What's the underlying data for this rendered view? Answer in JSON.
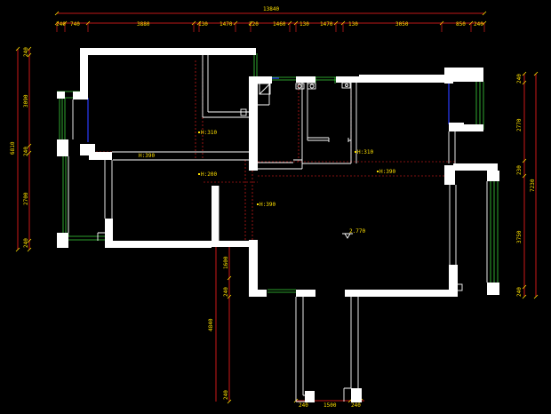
{
  "dimensions": {
    "top_total": "13840",
    "top": [
      "240",
      "740",
      "3880",
      "130",
      "1470",
      "220",
      "1460",
      "130",
      "1470",
      "130",
      "3050",
      "850",
      "240"
    ],
    "left_total": "6810",
    "left": [
      "240",
      "3090",
      "240",
      "2700",
      "240"
    ],
    "right_total": "7230",
    "right": [
      "240",
      "2770",
      "230",
      "3750",
      "240"
    ],
    "bottom": [
      "240",
      "1500",
      "240"
    ],
    "stair_total": "4840",
    "stair": [
      "1600",
      "240",
      "240"
    ]
  },
  "beams": [
    {
      "label": "H:310"
    },
    {
      "label": "H:390"
    },
    {
      "label": "H:200"
    },
    {
      "label": "H:390"
    },
    {
      "label": "H:310"
    },
    {
      "label": "H:390"
    }
  ],
  "elevation": {
    "label": "2.770"
  },
  "colors": {
    "background": "#000000",
    "dimension": "#ff2020",
    "text": "#ffe000",
    "wall": "#ffffff",
    "window": "#3bd23b",
    "glass": "#2a3cff"
  }
}
